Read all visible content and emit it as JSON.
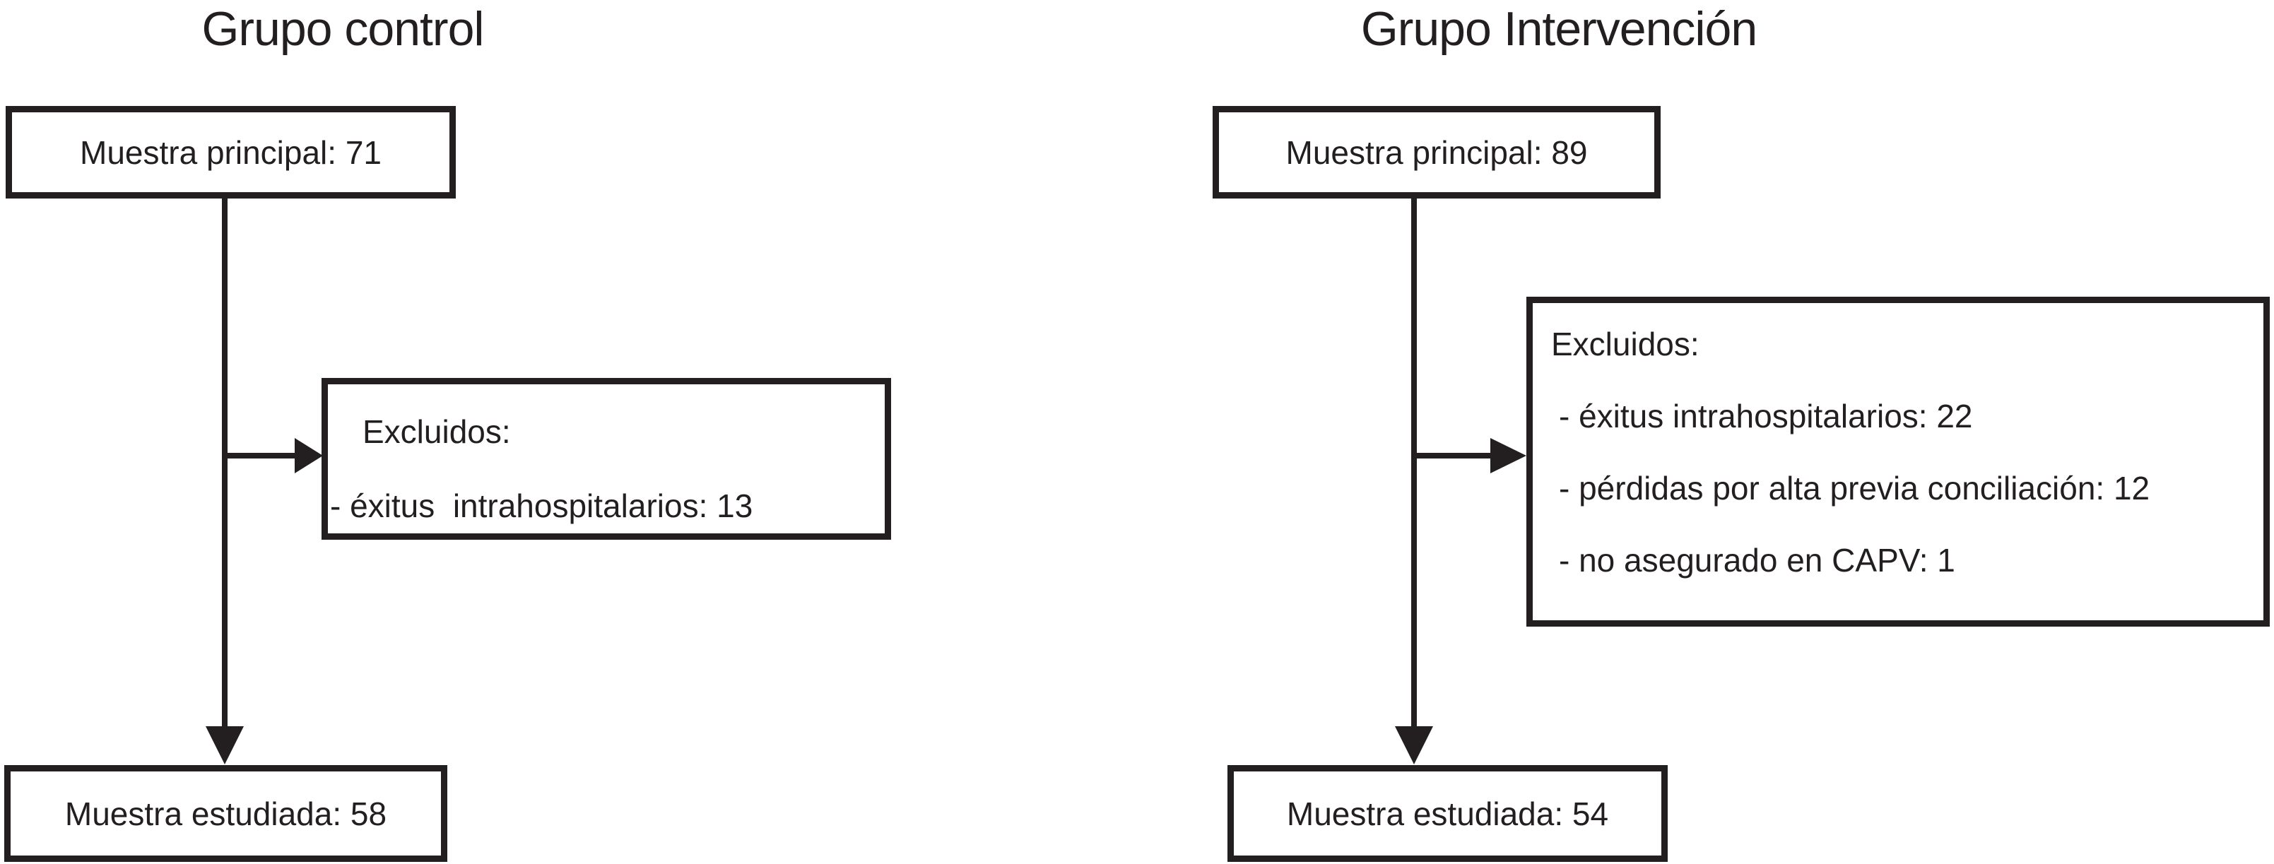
{
  "diagram": {
    "background": "#ffffff",
    "line_color": "#231f20",
    "groups": [
      {
        "title": "Grupo control",
        "main_box_label": "Muestra principal: 71",
        "excluded": {
          "header": "Excluidos:",
          "items": [
            "- éxitus  intrahospitalarios: 13"
          ]
        },
        "result_box_label": "Muestra estudiada: 58"
      },
      {
        "title": "Grupo Intervención",
        "main_box_label": "Muestra principal: 89",
        "excluded": {
          "header": "Excluidos:",
          "items": [
            "- éxitus intrahospitalarios: 22",
            "- pérdidas por alta previa conciliación: 12",
            "- no asegurado en CAPV: 1"
          ]
        },
        "result_box_label": "Muestra estudiada: 54"
      }
    ]
  }
}
